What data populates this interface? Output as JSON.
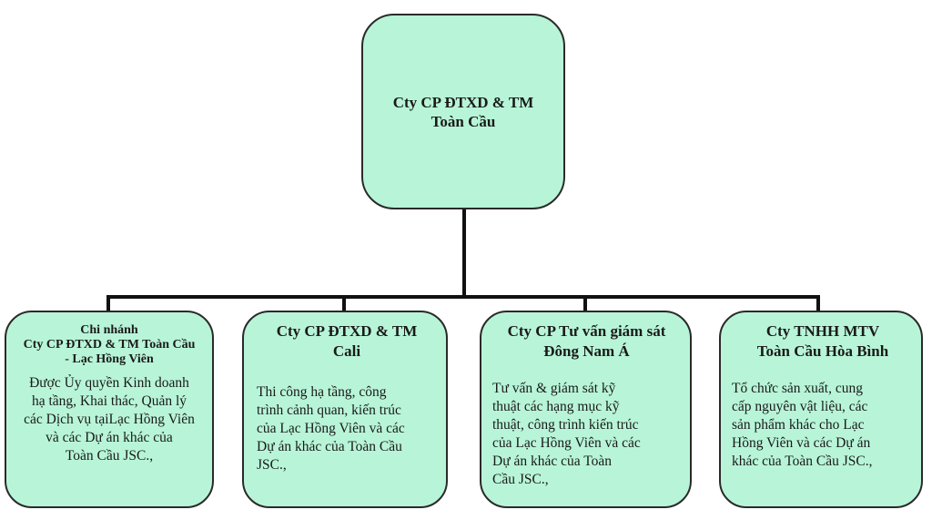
{
  "root": {
    "title": "Cty CP ĐTXD & TM\nToàn Cầu"
  },
  "children": [
    {
      "title": "Chi nhánh\nCty CP ĐTXD & TM Toàn Cầu\n- Lạc Hồng Viên",
      "description": "Được Ủy quyền Kinh doanh\nhạ tầng, Khai thác, Quản lý\ncác Dịch vụ tạiLạc Hồng Viên\nvà các Dự án khác của\nToàn Cầu JSC.,"
    },
    {
      "title": "Cty CP ĐTXD & TM\nCali",
      "description": "Thi công hạ tầng, công\ntrình cảnh quan, kiến trúc\ncủa Lạc Hồng Viên và các\nDự án khác của Toàn Cầu\nJSC.,"
    },
    {
      "title": "Cty CP Tư vấn giám sát\nĐông Nam Á",
      "description": "Tư vấn & giám sát kỹ\nthuật các hạng mục kỹ\nthuật, công trình kiến trúc\ncủa Lạc Hồng Viên và các\nDự án khác của  Toàn\nCầu JSC.,"
    },
    {
      "title": "Cty TNHH MTV\nToàn Cầu Hòa Bình",
      "description": "Tổ chức sản xuất, cung\ncấp nguyên vật liệu, các\nsản phẩm khác cho Lạc\nHồng Viên và các Dự án\nkhác của Toàn Cầu JSC.,"
    }
  ],
  "colors": {
    "box_fill": "#b8f5d8",
    "box_border": "#2a2a2a",
    "connector": "#111111"
  }
}
